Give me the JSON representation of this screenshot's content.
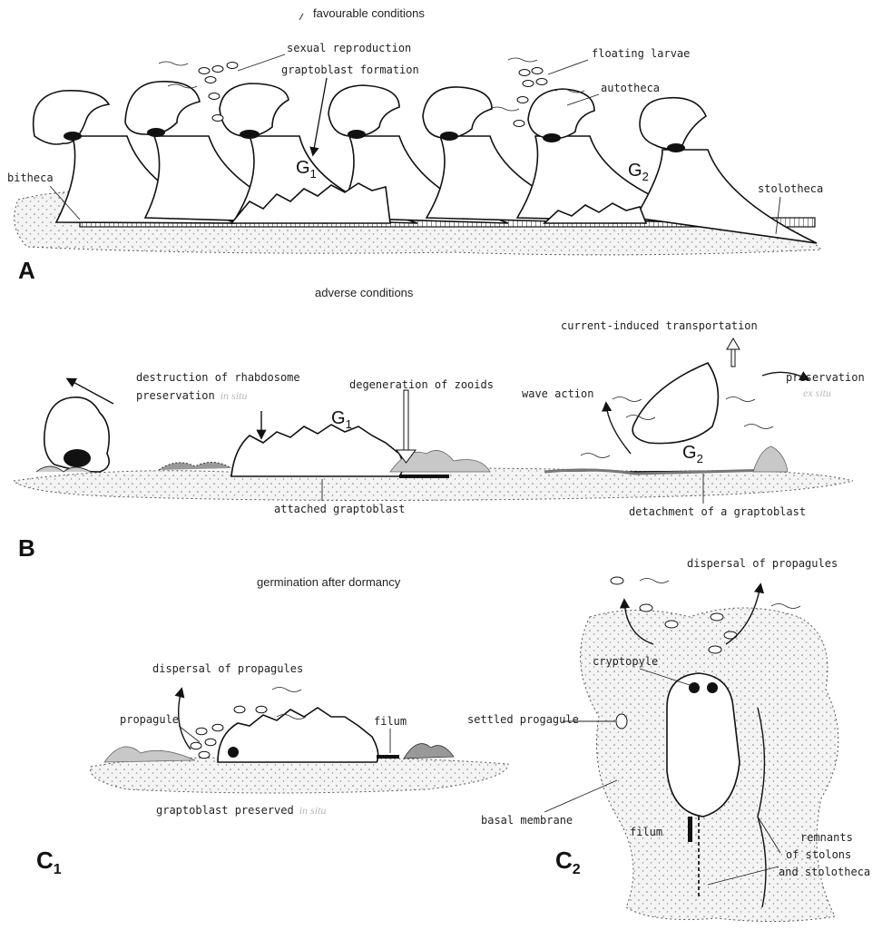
{
  "panel_a": {
    "panel_label": "A",
    "top_title": "favourable conditions",
    "bottom_title": "adverse conditions",
    "g1": "G",
    "g1_sub": "1",
    "g2": "G",
    "g2_sub": "2",
    "labels": {
      "sexual_reproduction": "sexual reproduction",
      "graptoblast_formation": "graptoblast formation",
      "floating_larvae": "floating larvae",
      "autotheca": "autotheca",
      "bitheca": "bitheca",
      "stolotheca": "stolotheca"
    }
  },
  "panel_b": {
    "panel_label": "B",
    "g1": "G",
    "g1_sub": "1",
    "g2": "G",
    "g2_sub": "2",
    "labels": {
      "current_transport": "current-induced transportation",
      "destruction": "destruction of rhabdosome",
      "preservation_in_situ_main": "preservation",
      "preservation_in_situ_italic": "in situ",
      "degeneration": "degeneration of zooids",
      "wave_action": "wave action",
      "preservation_ex_situ_main": "preservation",
      "preservation_ex_situ_italic": "ex situ",
      "attached_graptoblast": "attached graptoblast",
      "detachment": "detachment of a graptoblast"
    }
  },
  "panel_c": {
    "title": "germination after dormancy",
    "c1_label": "C",
    "c1_sub": "1",
    "c2_label": "C",
    "c2_sub": "2",
    "labels": {
      "dispersal_c1": "dispersal of propagules",
      "propagule": "propagule",
      "filum_c1": "filum",
      "graptoblast_preserved_main": "graptoblast preserved",
      "graptoblast_preserved_italic": "in situ",
      "dispersal_c2": "dispersal of propagules",
      "cryptopyle": "cryptopyle",
      "settled_propagule": "settled progagule",
      "basal_membrane": "basal membrane",
      "filum_c2": "filum",
      "remnants_1": "remnants",
      "remnants_2": "of stolons",
      "remnants_3": "and stolotheca"
    }
  }
}
